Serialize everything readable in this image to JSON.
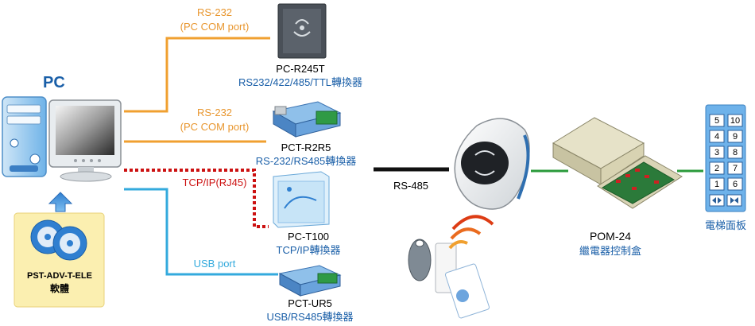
{
  "pc": {
    "title": "PC"
  },
  "software": {
    "name": "PST-ADV-T-ELE",
    "type": "軟體"
  },
  "links": {
    "rs232_top": {
      "line1": "RS-232",
      "line2": "(PC COM port)"
    },
    "rs232_mid": {
      "line1": "RS-232",
      "line2": "(PC COM port)"
    },
    "tcpip": {
      "label": "TCP/IP(RJ45)"
    },
    "usb": {
      "label": "USB port"
    },
    "rs485": {
      "label": "RS-485"
    }
  },
  "converters": [
    {
      "model": "PC-R245T",
      "desc": "RS232/422/485/TTL轉換器"
    },
    {
      "model": "PCT-R2R5",
      "desc": "RS-232/RS485轉換器"
    },
    {
      "model": "PC-T100",
      "desc": "TCP/IP轉換器"
    },
    {
      "model": "PCT-UR5",
      "desc": "USB/RS485轉換器"
    }
  ],
  "controller": {
    "model": "POM-24",
    "desc": "繼電器控制盒"
  },
  "elevator_panel": {
    "label": "電梯面板",
    "buttons": [
      [
        "5",
        "10"
      ],
      [
        "4",
        "9"
      ],
      [
        "3",
        "8"
      ],
      [
        "2",
        "7"
      ],
      [
        "1",
        "6"
      ]
    ]
  },
  "colors": {
    "rs232": "#f0a030",
    "tcpip": "#cc1111",
    "usb": "#33aadd",
    "rs485": "#111111",
    "relay": "#2a9a3a",
    "blue_text": "#1a5fa8",
    "orange_text": "#e8962e",
    "red_text": "#cc1111"
  }
}
